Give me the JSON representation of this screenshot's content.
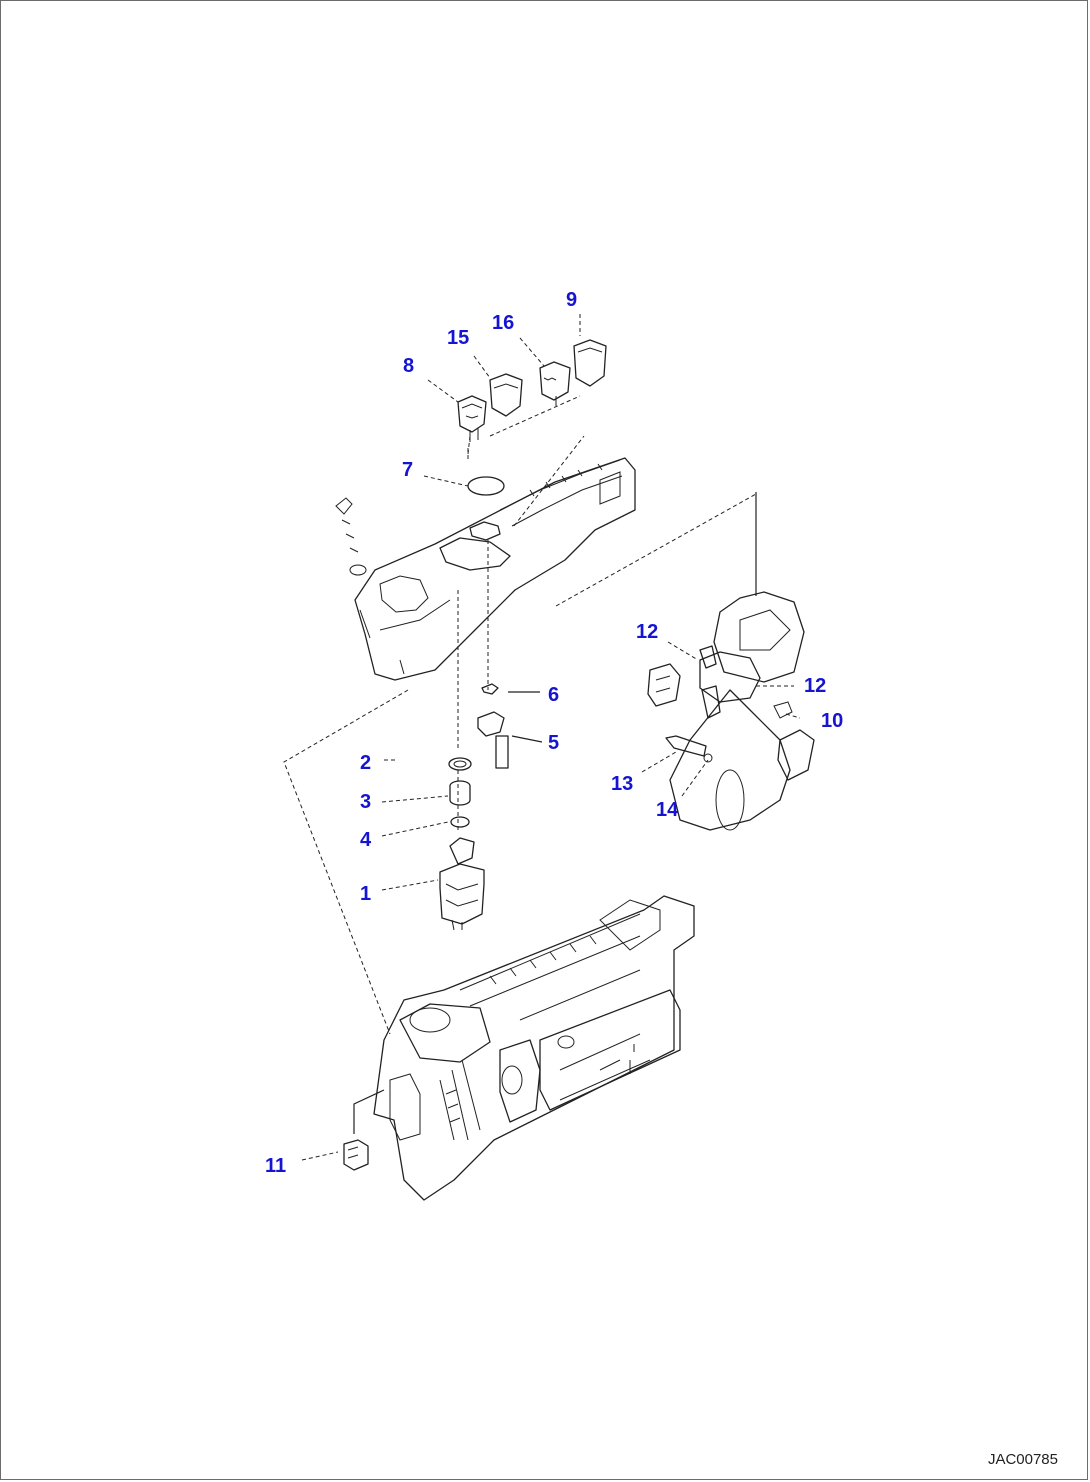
{
  "drawing_code": "JAC00785",
  "callouts": [
    {
      "id": "1",
      "label": "1"
    },
    {
      "id": "2",
      "label": "2"
    },
    {
      "id": "3",
      "label": "3"
    },
    {
      "id": "4",
      "label": "4"
    },
    {
      "id": "5",
      "label": "5"
    },
    {
      "id": "6",
      "label": "6"
    },
    {
      "id": "7",
      "label": "7"
    },
    {
      "id": "8",
      "label": "8"
    },
    {
      "id": "9",
      "label": "9"
    },
    {
      "id": "10",
      "label": "10"
    },
    {
      "id": "11",
      "label": "11"
    },
    {
      "id": "12a",
      "label": "12"
    },
    {
      "id": "12b",
      "label": "12"
    },
    {
      "id": "13",
      "label": "13"
    },
    {
      "id": "14",
      "label": "14"
    },
    {
      "id": "15",
      "label": "15"
    },
    {
      "id": "16",
      "label": "16"
    }
  ],
  "colors": {
    "callout": "#1414d2",
    "line": "#222222",
    "border": "#6b6b6b"
  }
}
